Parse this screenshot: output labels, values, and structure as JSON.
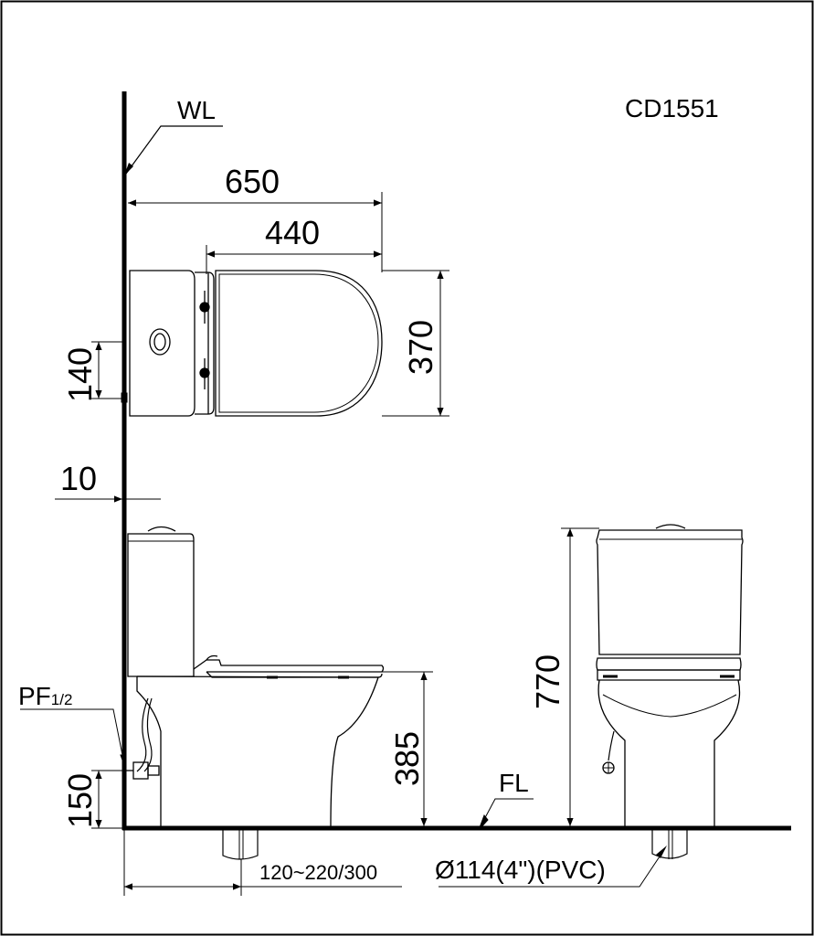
{
  "model": "CD1551",
  "labels": {
    "wall": "WL",
    "floor": "FL",
    "supply_main": "PF",
    "supply_sub": "1/2",
    "outlet_range": "120~220/300",
    "drain": "Ø114(4\")(PVC)"
  },
  "dimensions": {
    "total_depth": "650",
    "seat_depth": "440",
    "width": "370",
    "tank_offset": "140",
    "wall_gap": "10",
    "total_height": "770",
    "seat_height": "385",
    "supply_height": "150"
  }
}
